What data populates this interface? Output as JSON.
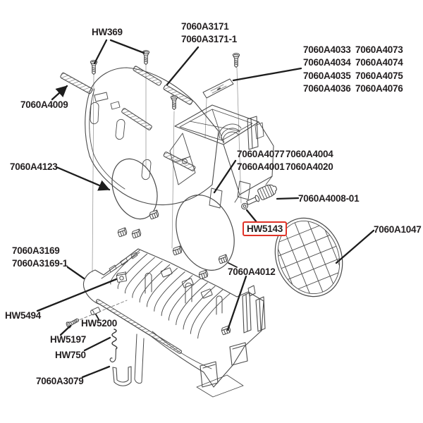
{
  "diagram": {
    "type": "exploded-parts-diagram",
    "colors": {
      "background": "#ffffff",
      "line": "#4a4a4a",
      "leader": "#1d1d1d",
      "label": "#231f20",
      "highlight": "#e03227"
    },
    "callouts": {
      "hw369": "HW369",
      "a3171_line1": "7060A3171",
      "a3171_line2": "7060A3171-1",
      "top_right_rows": [
        [
          "7060A4033",
          "7060A4073"
        ],
        [
          "7060A4034",
          "7060A4074"
        ],
        [
          "7060A4035",
          "7060A4075"
        ],
        [
          "7060A4036",
          "7060A4076"
        ]
      ],
      "a4009": "7060A4009",
      "a4123": "7060A4123",
      "mid_rows": [
        [
          "7060A4077",
          "7060A4004"
        ],
        [
          "7060A4001",
          "7060A4020"
        ]
      ],
      "a4008": "7060A4008-01",
      "hw5143": "HW5143",
      "a1047": "7060A1047",
      "a3169_line1": "7060A3169",
      "a3169_line2": "7060A3169-1",
      "a4012": "7060A4012",
      "hw5494": "HW5494",
      "hw5200": "HW5200",
      "hw5197": "HW5197",
      "hw750": "HW750",
      "a3079": "7060A3079"
    }
  }
}
